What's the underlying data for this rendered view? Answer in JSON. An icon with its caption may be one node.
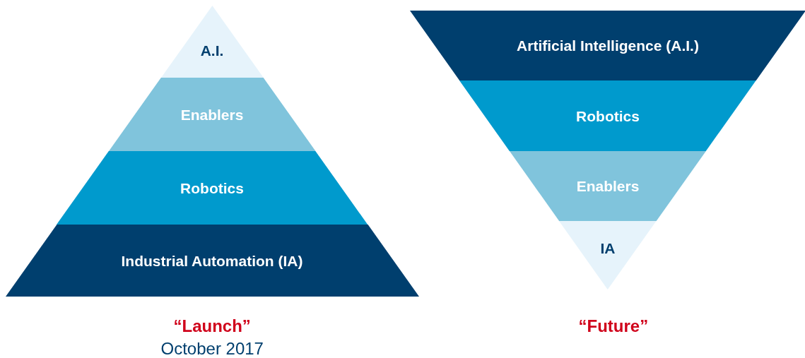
{
  "diagram": {
    "nodes": [
      {
        "text": [
          "A.I."
        ]
      },
      {
        "text": [
          "Enablers"
        ]
      },
      {
        "text": [
          "Robotics"
        ]
      },
      {
        "text": [
          "Industrial Automation (IA)"
        ]
      },
      {
        "text": [
          "Artificial Intelligence (A.I.)"
        ]
      },
      {
        "text": [
          "Robotics"
        ]
      },
      {
        "text": [
          "Enablers"
        ]
      },
      {
        "text": [
          "IA"
        ]
      }
    ],
    "edges": [],
    "labels": [
      "“Launch”",
      "October 2017",
      "“Future”"
    ]
  }
}
